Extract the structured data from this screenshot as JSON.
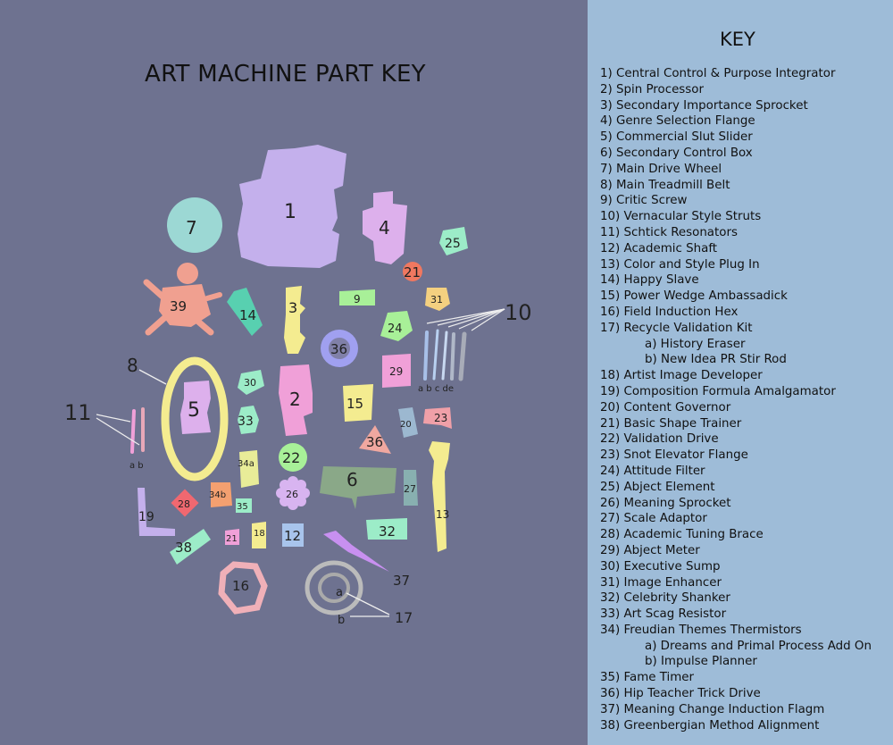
{
  "diagram": {
    "title": "ART MACHINE PART KEY",
    "part_labels": {
      "p1": "1",
      "p2": "2",
      "p3": "3",
      "p4": "4",
      "p5": "5",
      "p6": "6",
      "p7": "7",
      "p8": "8",
      "p9": "9",
      "p10": "10",
      "p11": "11",
      "p12": "12",
      "p13": "13",
      "p14": "14",
      "p15": "15",
      "p16": "16",
      "p17": "17",
      "p19": "19",
      "p20": "20",
      "p21a": "21",
      "p21b": "21",
      "p22": "22",
      "p23": "23",
      "p24": "24",
      "p25": "25",
      "p26": "26",
      "p27": "27",
      "p28": "28",
      "p29": "29",
      "p30": "30",
      "p31": "31",
      "p32": "32",
      "p33": "33",
      "p34a": "34a",
      "p34b": "34b",
      "p35": "35",
      "p36a": "36",
      "p36b": "36",
      "p37": "37",
      "p38": "38",
      "p39": "39",
      "p18": "18",
      "s10": "a b c de",
      "s11": "a b",
      "s17a": "a",
      "s17b": "b"
    }
  },
  "key": {
    "heading": "KEY",
    "items": [
      {
        "text": "1)  Central Control & Purpose Integrator",
        "sub": false
      },
      {
        "text": "2)  Spin Processor",
        "sub": false
      },
      {
        "text": "3)  Secondary Importance Sprocket",
        "sub": false
      },
      {
        "text": "4)  Genre Selection Flange",
        "sub": false
      },
      {
        "text": "5)  Commercial Slut Slider",
        "sub": false
      },
      {
        "text": "6)  Secondary Control Box",
        "sub": false
      },
      {
        "text": "7)  Main Drive Wheel",
        "sub": false
      },
      {
        "text": "8)  Main Treadmill Belt",
        "sub": false
      },
      {
        "text": "9)  Critic Screw",
        "sub": false
      },
      {
        "text": "10) Vernacular Style Struts",
        "sub": false
      },
      {
        "text": "11) Schtick Resonators",
        "sub": false
      },
      {
        "text": "12) Academic Shaft",
        "sub": false
      },
      {
        "text": "13) Color and Style Plug In",
        "sub": false
      },
      {
        "text": "14) Happy Slave",
        "sub": false
      },
      {
        "text": "15) Power Wedge Ambassadick",
        "sub": false
      },
      {
        "text": "16) Field Induction Hex",
        "sub": false
      },
      {
        "text": "17) Recycle Validation Kit",
        "sub": false
      },
      {
        "text": "a) History Eraser",
        "sub": true
      },
      {
        "text": "b) New Idea PR Stir Rod",
        "sub": true
      },
      {
        "text": "18) Artist Image Developer",
        "sub": false
      },
      {
        "text": "19) Composition Formula Amalgamator",
        "sub": false
      },
      {
        "text": "20) Content Governor",
        "sub": false
      },
      {
        "text": "21) Basic Shape Trainer",
        "sub": false
      },
      {
        "text": "22) Validation Drive",
        "sub": false
      },
      {
        "text": "23) Snot Elevator Flange",
        "sub": false
      },
      {
        "text": "24) Attitude Filter",
        "sub": false
      },
      {
        "text": "25) Abject Element",
        "sub": false
      },
      {
        "text": "26) Meaning Sprocket",
        "sub": false
      },
      {
        "text": "27) Scale Adaptor",
        "sub": false
      },
      {
        "text": "28) Academic Tuning Brace",
        "sub": false
      },
      {
        "text": "29) Abject Meter",
        "sub": false
      },
      {
        "text": "30) Executive Sump",
        "sub": false
      },
      {
        "text": "31) Image Enhancer",
        "sub": false
      },
      {
        "text": "32) Celebrity Shanker",
        "sub": false
      },
      {
        "text": "33) Art Scag Resistor",
        "sub": false
      },
      {
        "text": "34) Freudian Themes Thermistors",
        "sub": false
      },
      {
        "text": "a) Dreams and Primal Process Add On",
        "sub": true
      },
      {
        "text": "b) Impulse Planner",
        "sub": true
      },
      {
        "text": "35) Fame Timer",
        "sub": false
      },
      {
        "text": "36) Hip Teacher Trick Drive",
        "sub": false
      },
      {
        "text": "37) Meaning Change Induction Flagm",
        "sub": false
      },
      {
        "text": "38) Greenbergian Method Alignment",
        "sub": false
      }
    ]
  },
  "colors": {
    "background": "#6e7290",
    "key_panel": "#9ebcd8",
    "lavender": "#c4b0ec",
    "pink": "#f0a0d8",
    "yellow": "#f4ec90",
    "mint": "#9cecc8",
    "salmon": "#f0a090"
  }
}
